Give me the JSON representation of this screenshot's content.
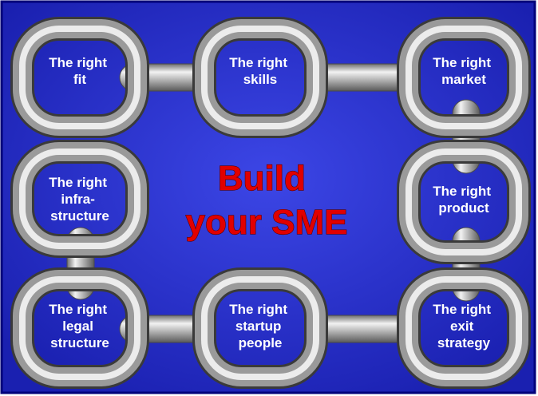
{
  "diagram": {
    "title_lines": [
      "Build",
      "your SME"
    ],
    "colors": {
      "background_top": "#1a20b0",
      "background_center": "#3c46e6",
      "frame": "#00007a",
      "title": "#e10000",
      "label": "#ffffff",
      "chain": "#b8b8b8"
    },
    "nodes": [
      {
        "id": "fit",
        "lines": [
          "The right",
          "fit"
        ]
      },
      {
        "id": "skills",
        "lines": [
          "The right",
          "skills"
        ]
      },
      {
        "id": "market",
        "lines": [
          "The right",
          "market"
        ]
      },
      {
        "id": "product",
        "lines": [
          "The right",
          "product"
        ]
      },
      {
        "id": "exit-strategy",
        "lines": [
          "The right",
          "exit",
          "strategy"
        ]
      },
      {
        "id": "startup-people",
        "lines": [
          "The right",
          "startup",
          "people"
        ]
      },
      {
        "id": "legal-structure",
        "lines": [
          "The right",
          "legal",
          "structure"
        ]
      },
      {
        "id": "infrastructure",
        "lines": [
          "The right",
          "infra-",
          "structure"
        ]
      }
    ]
  }
}
